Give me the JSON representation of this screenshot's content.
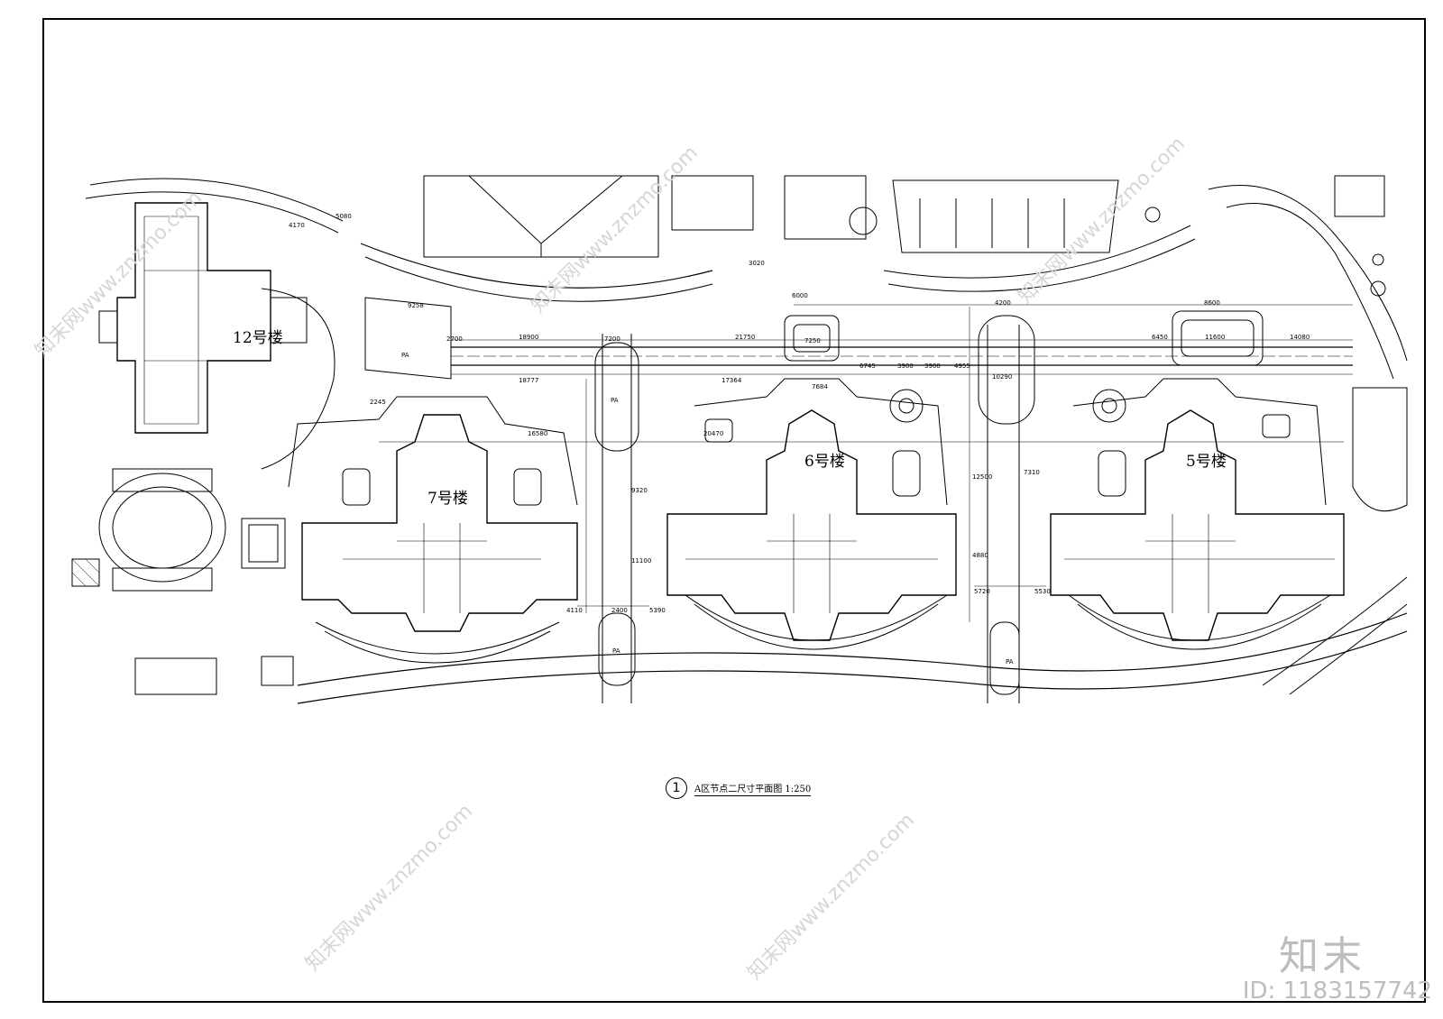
{
  "drawing": {
    "title_number": "1",
    "title_text": "A区节点二尺寸平面图",
    "scale": "1:250"
  },
  "buildings": {
    "b12": "12号楼",
    "b7": "7号楼",
    "b6": "6号楼",
    "b5": "5号楼"
  },
  "dimensions": {
    "d_18900": "18900",
    "d_21750": "21750",
    "d_18777": "18777",
    "d_17364": "17364",
    "d_16580": "16580",
    "d_20470": "20470",
    "d_6000": "6000",
    "d_8600": "8600",
    "d_4200": "4200",
    "d_11600": "11600",
    "d_14080": "14080",
    "d_7250": "7250",
    "d_7200": "7200",
    "d_10290": "10290",
    "d_7684": "7684",
    "d_6745": "6745",
    "d_3900a": "3900",
    "d_3900b": "3900",
    "d_4955": "4955",
    "d_6450": "6450",
    "d_2700": "2700",
    "d_2245": "2245",
    "d_9258": "9258",
    "d_5080": "5080",
    "d_4170": "4170",
    "d_11100": "11100",
    "d_9320": "9320",
    "d_4110": "4110",
    "d_2400": "2400",
    "d_5390": "5390",
    "d_5720": "5720",
    "d_5530": "5530",
    "d_4880": "4880",
    "d_12500": "12500",
    "d_7310": "7310",
    "d_3020": "3020"
  },
  "parking": {
    "pa1": "PA",
    "pa2": "PA",
    "pa3": "PA",
    "pa4": "PA"
  },
  "watermark": {
    "brand": "知末",
    "id_text": "ID: 1183157742",
    "site": "知末网www.znzmo.com"
  }
}
